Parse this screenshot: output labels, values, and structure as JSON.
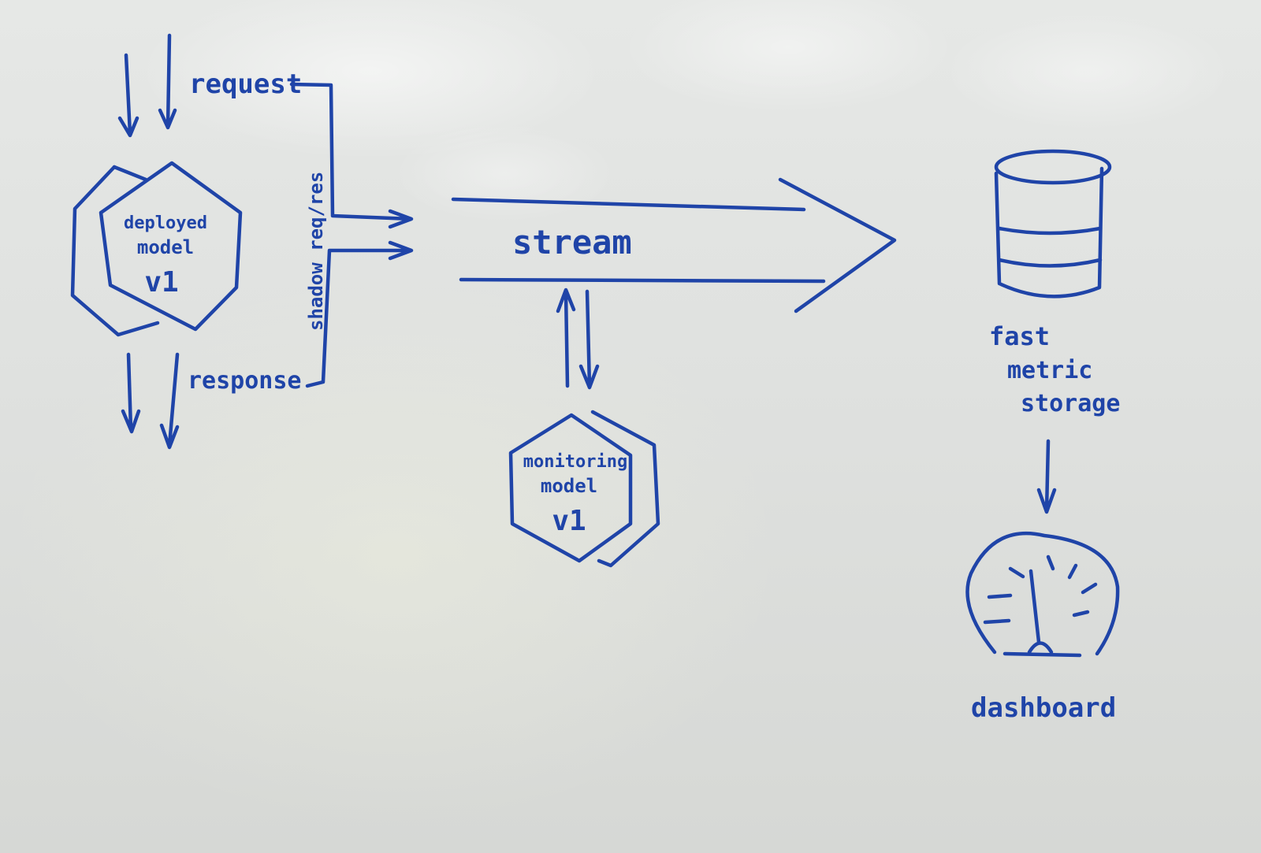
{
  "labels": {
    "request": "request",
    "response": "response",
    "shadow": "shadow req/res",
    "deployed_line1": "deployed",
    "deployed_line2": "model",
    "deployed_version": "v1",
    "stream": "stream",
    "monitoring_line1": "monitoring",
    "monitoring_line2": "model",
    "monitoring_version": "v1",
    "storage_line1": "fast",
    "storage_line2": "metric",
    "storage_line3": "storage",
    "dashboard": "dashboard"
  },
  "colors": {
    "ink": "#1f44a8",
    "board": "#e2e4e2"
  },
  "icons": {
    "storage": "database-cylinder-icon",
    "dashboard": "gauge-icon",
    "model": "hexagon-stack-icon"
  }
}
